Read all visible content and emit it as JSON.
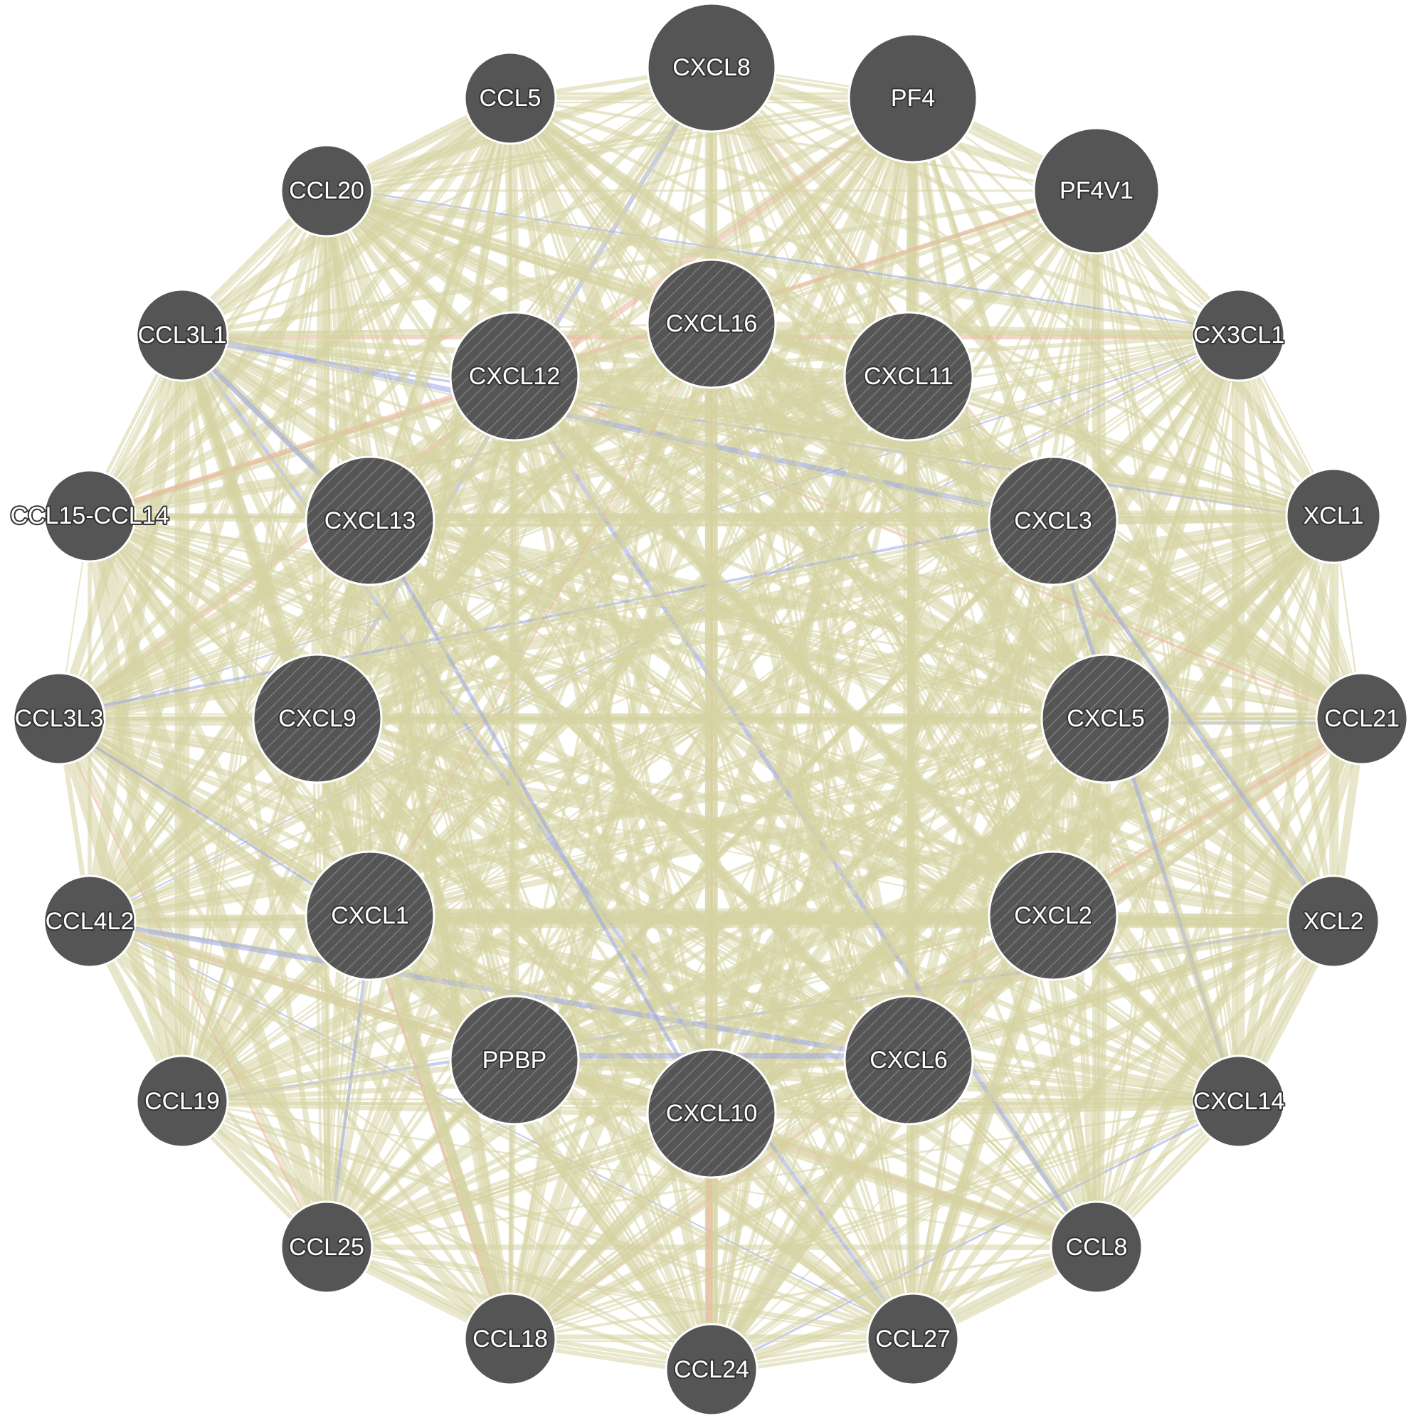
{
  "colors": {
    "background": "#ffffff",
    "edge_main": "#d6d3a3",
    "edge_accent_blue": "#9aa6e6",
    "edge_accent_orange": "#e9b59a",
    "node_fill": "#555555",
    "node_hatch": "#7a7a7a",
    "node_stroke": "#ffffff",
    "label_fill": "#ffffff"
  },
  "network": {
    "outer_nodes": [
      {
        "id": "CXCL8",
        "label": "CXCL8"
      },
      {
        "id": "PF4",
        "label": "PF4"
      },
      {
        "id": "PF4V1",
        "label": "PF4V1"
      },
      {
        "id": "CX3CL1",
        "label": "CX3CL1"
      },
      {
        "id": "XCL1",
        "label": "XCL1"
      },
      {
        "id": "CCL21",
        "label": "CCL21"
      },
      {
        "id": "XCL2",
        "label": "XCL2"
      },
      {
        "id": "CXCL14",
        "label": "CXCL14"
      },
      {
        "id": "CCL8",
        "label": "CCL8"
      },
      {
        "id": "CCL27",
        "label": "CCL27"
      },
      {
        "id": "CCL24",
        "label": "CCL24"
      },
      {
        "id": "CCL18",
        "label": "CCL18"
      },
      {
        "id": "CCL25",
        "label": "CCL25"
      },
      {
        "id": "CCL19",
        "label": "CCL19"
      },
      {
        "id": "CCL4L2",
        "label": "CCL4L2"
      },
      {
        "id": "CCL3L3",
        "label": "CCL3L3"
      },
      {
        "id": "CCL15-CCL14",
        "label": "CCL15-CCL14"
      },
      {
        "id": "CCL3L1",
        "label": "CCL3L1"
      },
      {
        "id": "CCL20",
        "label": "CCL20"
      },
      {
        "id": "CCL5",
        "label": "CCL5"
      }
    ],
    "inner_nodes": [
      {
        "id": "CXCL16",
        "label": "CXCL16"
      },
      {
        "id": "CXCL11",
        "label": "CXCL11"
      },
      {
        "id": "CXCL3",
        "label": "CXCL3"
      },
      {
        "id": "CXCL5",
        "label": "CXCL5"
      },
      {
        "id": "CXCL2",
        "label": "CXCL2"
      },
      {
        "id": "CXCL6",
        "label": "CXCL6"
      },
      {
        "id": "CXCL10",
        "label": "CXCL10"
      },
      {
        "id": "PPBP",
        "label": "PPBP"
      },
      {
        "id": "CXCL1",
        "label": "CXCL1"
      },
      {
        "id": "CXCL9",
        "label": "CXCL9"
      },
      {
        "id": "CXCL13",
        "label": "CXCL13"
      },
      {
        "id": "CXCL12",
        "label": "CXCL12"
      }
    ]
  }
}
